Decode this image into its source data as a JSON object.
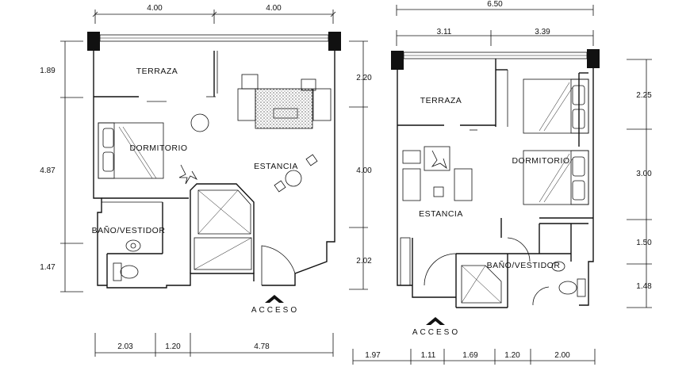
{
  "plan_a": {
    "top_dims": [
      "4.00",
      "4.00"
    ],
    "left_dims": [
      "1.89",
      "4.87",
      "1.47"
    ],
    "right_dims": [
      "2.20",
      "4.00",
      "2.02"
    ],
    "bottom_dims": [
      "2.03",
      "1.20",
      "4.78"
    ],
    "rooms": {
      "terraza": "TERRAZA",
      "dormitorio": "DORMITORIO",
      "estancia": "ESTANCIA",
      "bano": "BAÑO/VESTIDOR"
    },
    "access": "ACCESO"
  },
  "plan_b": {
    "top_total": "6.50",
    "top_dims": [
      "3.11",
      "3.39"
    ],
    "right_dims": [
      "2.25",
      "3.00",
      "1.50",
      "1.48"
    ],
    "bottom_dims": [
      "1.97",
      "1.11",
      "1.69",
      "1.20",
      "2.00"
    ],
    "rooms": {
      "terraza": "TERRAZA",
      "dormitorio": "DORMITORIO",
      "estancia": "ESTANCIA",
      "bano": "BAÑO/VESTIDOR"
    },
    "access": "ACCESO"
  }
}
